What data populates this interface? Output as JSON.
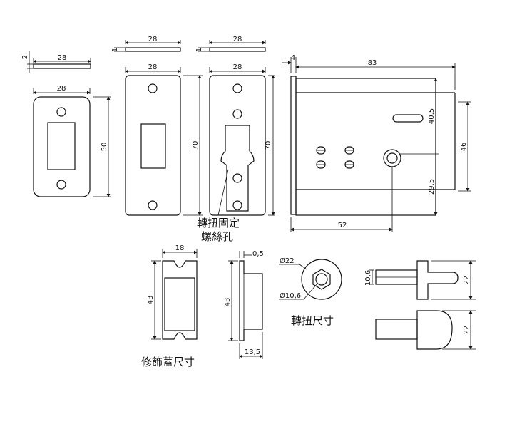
{
  "labels": {
    "turn_screw_hole_line1": "轉扭固定",
    "turn_screw_hole_line2": "螺絲孔",
    "cover_size": "修飾蓋尺寸",
    "turn_size": "轉扭尺寸"
  },
  "dims": {
    "plate_thk": "2",
    "plate_w": "28",
    "plate_h": "50",
    "plate2_thk": "1",
    "plate2_w": "28",
    "plate2_h": "70",
    "plate3_thk": "1",
    "plate3_w": "28",
    "plate3_h": "70",
    "side_thk": "4",
    "side_len": "83",
    "side_top": "40,5",
    "side_bot": "29,5",
    "side_h": "46",
    "side_body": "52",
    "cover_w": "18",
    "cover_h": "43",
    "cover2_h": "43",
    "cover2_t": "0,5",
    "cover2_d": "13,5",
    "turn_od": "Ø22",
    "turn_id": "Ø10,6",
    "shaft_d": "10,6",
    "knob_h1": "22",
    "knob_h2": "22"
  }
}
